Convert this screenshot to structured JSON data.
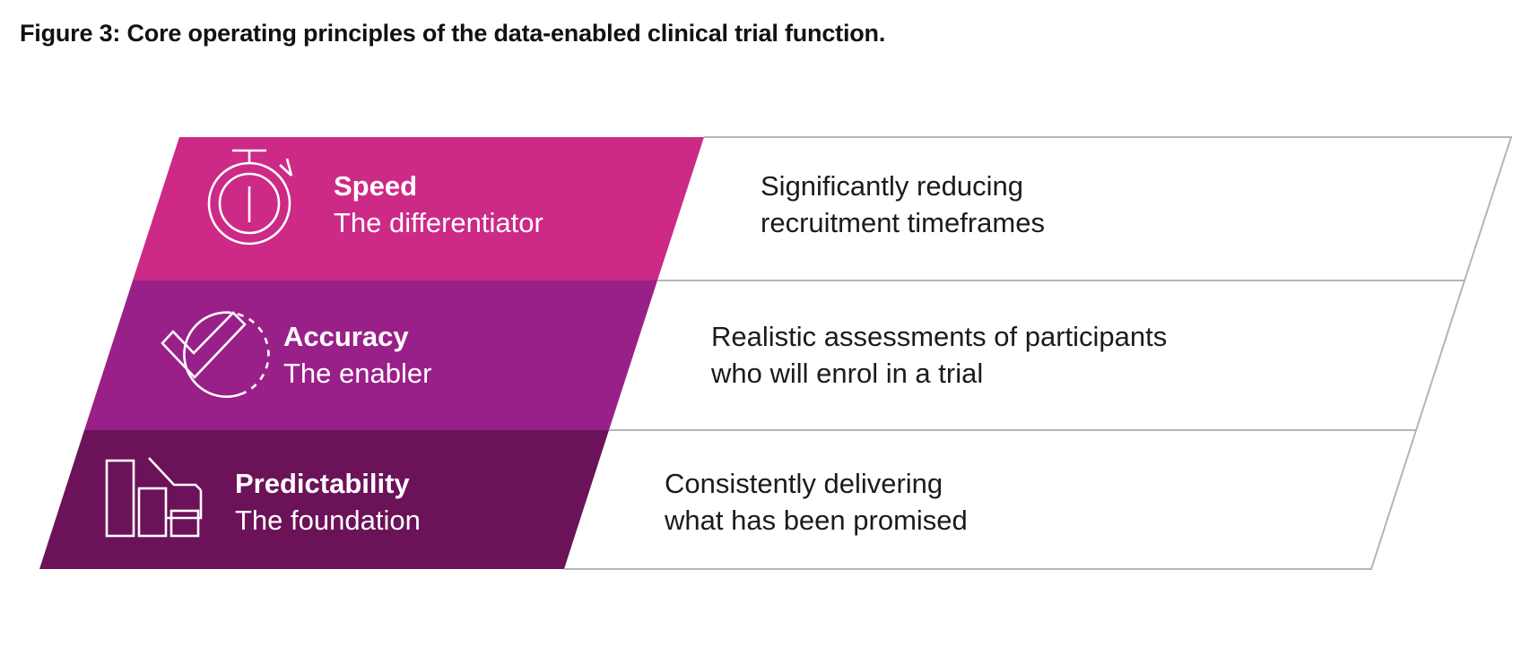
{
  "figure": {
    "title": "Figure 3: Core operating principles of the data-enabled clinical trial function."
  },
  "diagram": {
    "shape": "parallelogram",
    "outline_color": "#b5b5b5",
    "rows": [
      {
        "id": "speed",
        "title": "Speed",
        "subtitle": "The differentiator",
        "description_line1": "Significantly reducing",
        "description_line2": "recruitment timeframes",
        "icon": "stopwatch-icon",
        "band_color": "#CC2A86",
        "text_color": "#ffffff",
        "description_color": "#1b1b1b"
      },
      {
        "id": "accuracy",
        "title": "Accuracy",
        "subtitle": "The enabler",
        "description_line1": "Realistic assessments of participants",
        "description_line2": "who will enrol in a trial",
        "icon": "check-circle-icon",
        "band_color": "#9A2089",
        "text_color": "#ffffff",
        "description_color": "#1b1b1b"
      },
      {
        "id": "predictability",
        "title": "Predictability",
        "subtitle": "The foundation",
        "description_line1": "Consistently delivering",
        "description_line2": "what has been promised",
        "icon": "declining-bar-chart-icon",
        "band_color": "#6B1259",
        "text_color": "#ffffff",
        "description_color": "#1b1b1b"
      }
    ]
  }
}
